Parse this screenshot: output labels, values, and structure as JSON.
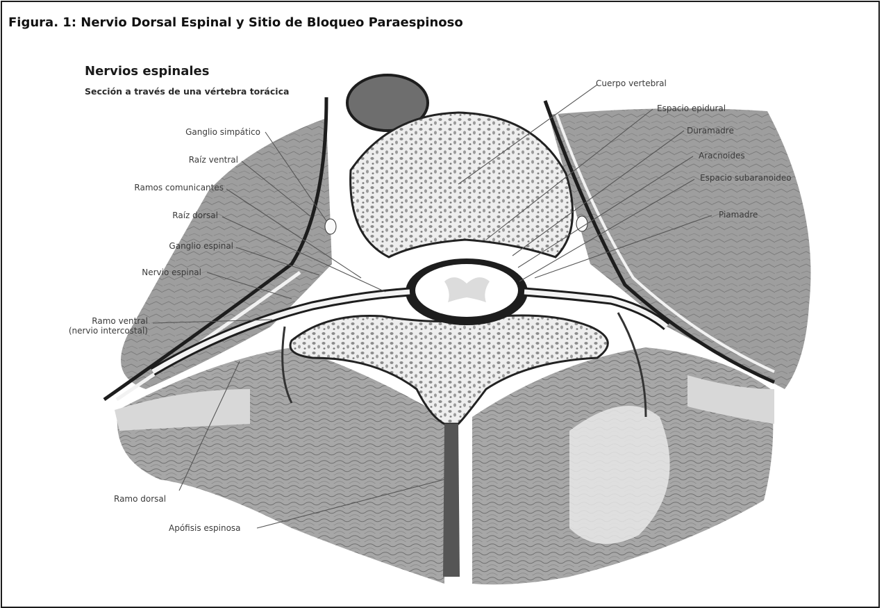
{
  "figure_title": "Figura. 1: Nervio Dorsal Espinal y Sitio de Bloqueo Paraespinoso",
  "heading": "Nervios espinales",
  "subheading": "Sección a través de una vértebra torácica",
  "labels": {
    "cuerpo_vertebral": "Cuerpo vertebral",
    "espacio_epidural": "Espacio epidural",
    "duramadre": "Duramadre",
    "aracnoides": "Aracnoides",
    "espacio_subaranoideo": "Espacio subaranoideo",
    "piamadre": "Piamadre",
    "ganglio_simpatico": "Ganglio simpático",
    "raiz_ventral": "Raíz ventral",
    "ramos_comunicantes": "Ramos comunicantes",
    "raiz_dorsal": "Raíz dorsal",
    "ganglio_espinal": "Ganglio espinal",
    "nervio_espinal": "Nervio espinal",
    "ramo_ventral_line1": "Ramo ventral",
    "ramo_ventral_line2": "(nervio intercostal)",
    "ramo_dorsal": "Ramo dorsal",
    "apofisis_espinosa": "Apófisis espinosa"
  },
  "colors": {
    "bone": "#ededed",
    "bone_pores": "#8a8a8a",
    "muscle": "#a9a9a9",
    "muscle_dark": "#7e7e7e",
    "fat": "#d6d6d6",
    "nerve": "#f4f4f4",
    "vessel": "#555555",
    "dark": "#1d1d1d"
  }
}
